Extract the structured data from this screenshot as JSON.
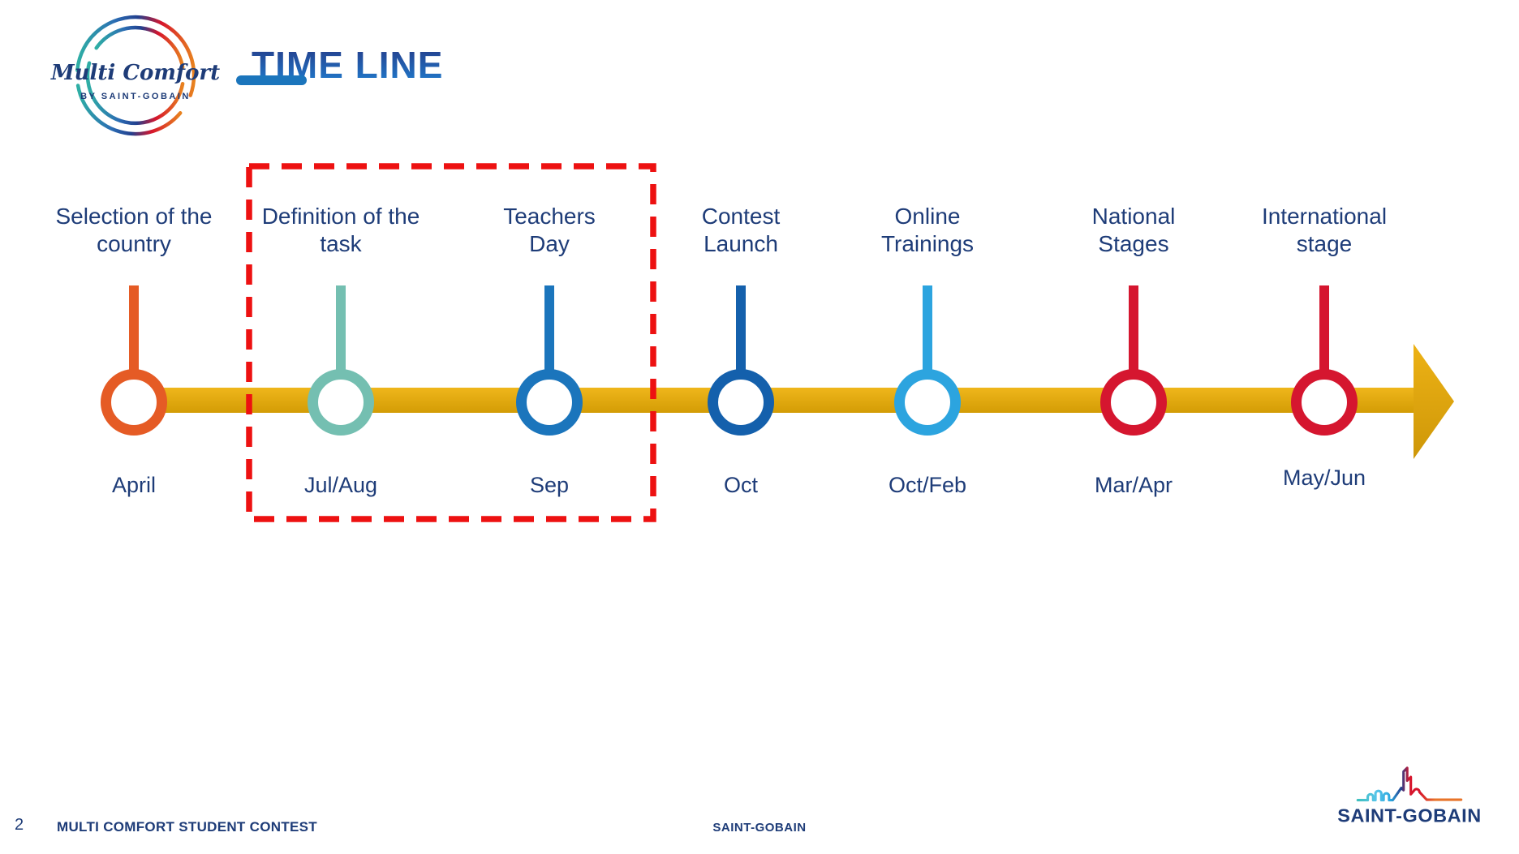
{
  "slide": {
    "title": "TIME LINE",
    "page_number": "2",
    "footer_left": "MULTI COMFORT STUDENT CONTEST",
    "footer_center": "SAINT-GOBAIN"
  },
  "mc_logo": {
    "brand": "Multi Comfort",
    "subtitle": "BY SAINT-GOBAIN"
  },
  "sg_logo": {
    "text": "SAINT-GOBAIN"
  },
  "colors": {
    "label_text": "#1E3C78",
    "title_gradient_top": "#253F8C",
    "title_gradient_bottom": "#2079CB",
    "underline": "#1B75BC",
    "bar_gold": "#E2A90D",
    "highlight_box": "#ED1111"
  },
  "timeline": {
    "type": "timeline",
    "direction": "left-to-right",
    "highlighted_milestones": [
      "Definition of the task",
      "Teachers Day"
    ],
    "milestones": [
      {
        "label": "Selection of the country",
        "line1": "Selection of the",
        "line2": "country",
        "month": "April",
        "color": "#E55B25"
      },
      {
        "label": "Definition of the task",
        "line1": "Definition of the",
        "line2": "task",
        "month": "Jul/Aug",
        "color": "#74BFB1"
      },
      {
        "label": "Teachers Day",
        "line1": "Teachers",
        "line2": "Day",
        "month": "Sep",
        "color": "#1B75BC"
      },
      {
        "label": "Contest Launch",
        "line1": "Contest",
        "line2": "Launch",
        "month": "Oct",
        "color": "#1460AC"
      },
      {
        "label": "Online Trainings",
        "line1": "Online",
        "line2": "Trainings",
        "month": "Oct/Feb",
        "color": "#2CA4DF"
      },
      {
        "label": "National Stages",
        "line1": "National",
        "line2": "Stages",
        "month": "Mar/Apr",
        "color": "#D5162F"
      },
      {
        "label": "International stage",
        "line1": "International",
        "line2": "stage",
        "month": "May/Jun",
        "color": "#D5162F"
      }
    ]
  }
}
